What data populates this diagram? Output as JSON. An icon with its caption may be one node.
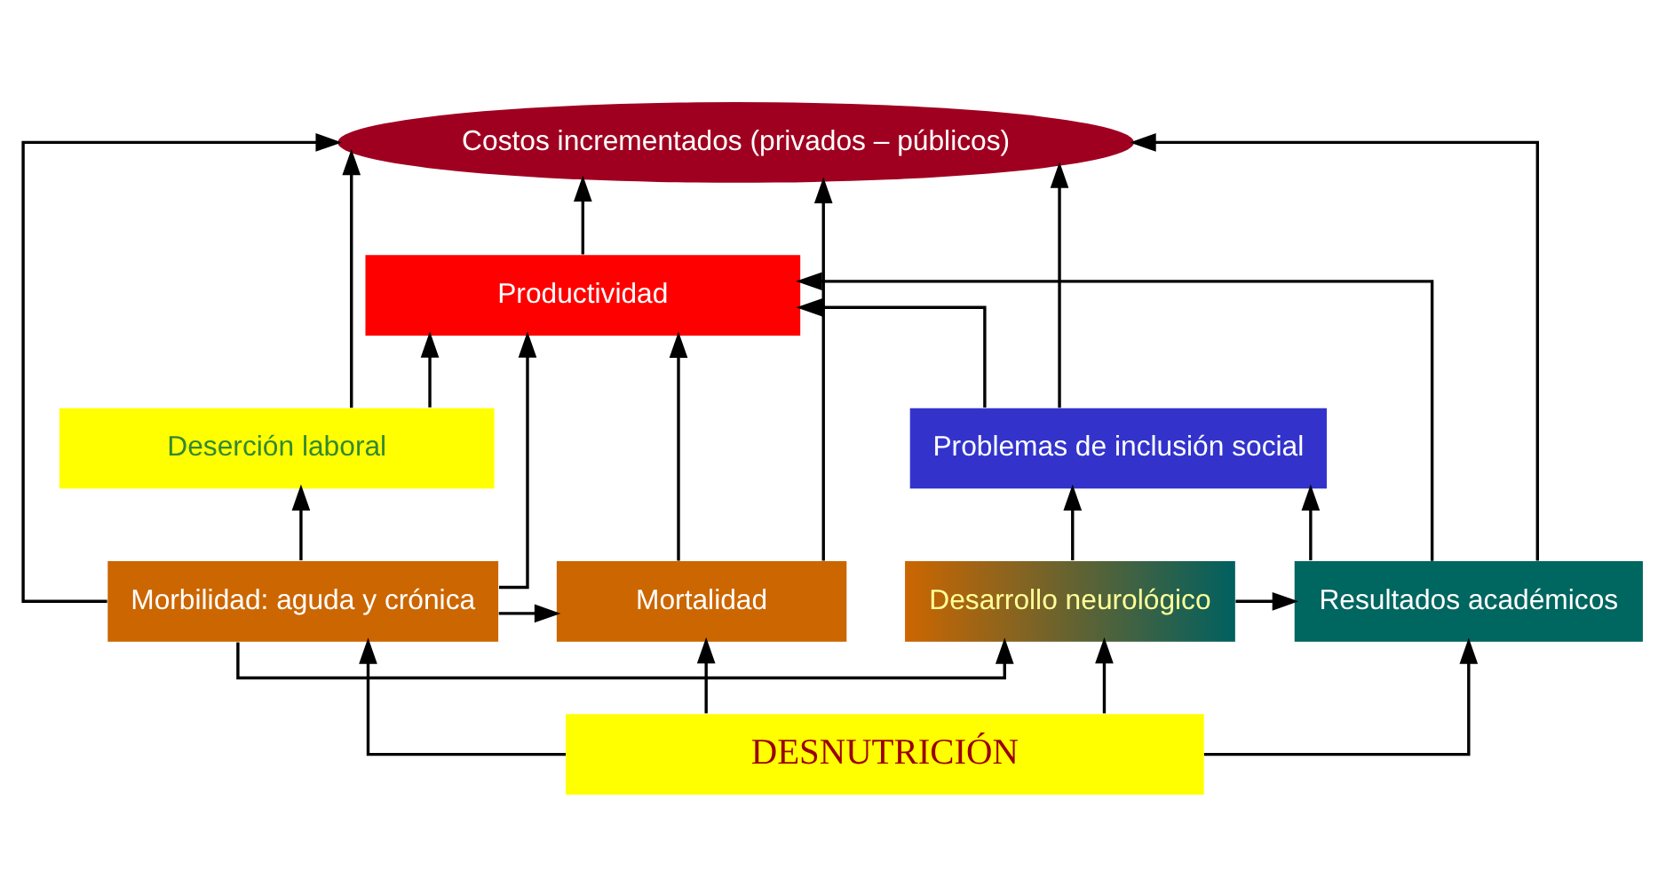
{
  "diagram": {
    "nodes": [
      {
        "text": [
          "Productividad"
        ]
      },
      {
        "text": [
          "Costos incrementados (privados – públicos)"
        ]
      },
      {
        "text": [
          "Deserción laboral"
        ]
      },
      {
        "text": [
          "Problemas de inclusión social"
        ]
      },
      {
        "text": [
          "Mortalidad"
        ]
      },
      {
        "text": [
          "Morbilidad: aguda y crónica"
        ]
      },
      {
        "text": [
          "Desarrollo neurológico"
        ]
      },
      {
        "text": [
          "Resultados académicos"
        ]
      },
      {
        "text": [
          "DESNUTRICIÓN"
        ]
      }
    ],
    "edges": [
      {
        "from": 8,
        "to": 4,
        "arrow": "to"
      },
      {
        "from": 8,
        "to": 5,
        "arrow": "to"
      },
      {
        "from": 8,
        "to": 6,
        "arrow": "to"
      },
      {
        "from": 8,
        "to": 7,
        "arrow": "to"
      },
      {
        "from": 5,
        "to": 4,
        "arrow": "to"
      },
      {
        "from": 5,
        "to": 2,
        "arrow": "to"
      },
      {
        "from": 5,
        "to": 6,
        "arrow": "to"
      },
      {
        "from": 6,
        "to": 7,
        "arrow": "to"
      },
      {
        "from": 6,
        "to": 3,
        "arrow": "to"
      },
      {
        "from": 7,
        "to": 3,
        "arrow": "to"
      },
      {
        "from": 4,
        "to": 0,
        "arrow": "to"
      },
      {
        "from": 4,
        "to": 1,
        "arrow": "to"
      },
      {
        "from": 2,
        "to": 0,
        "arrow": "to"
      },
      {
        "from": 2,
        "to": 1,
        "arrow": "to"
      },
      {
        "from": 5,
        "to": 0,
        "arrow": "to"
      },
      {
        "from": 5,
        "to": 1,
        "arrow": "to"
      },
      {
        "from": 3,
        "to": 0,
        "arrow": "to"
      },
      {
        "from": 3,
        "to": 1,
        "arrow": "to"
      },
      {
        "from": 7,
        "to": 0,
        "arrow": "to"
      },
      {
        "from": 7,
        "to": 1,
        "arrow": "to"
      },
      {
        "from": 0,
        "to": 1,
        "arrow": "to"
      }
    ]
  }
}
